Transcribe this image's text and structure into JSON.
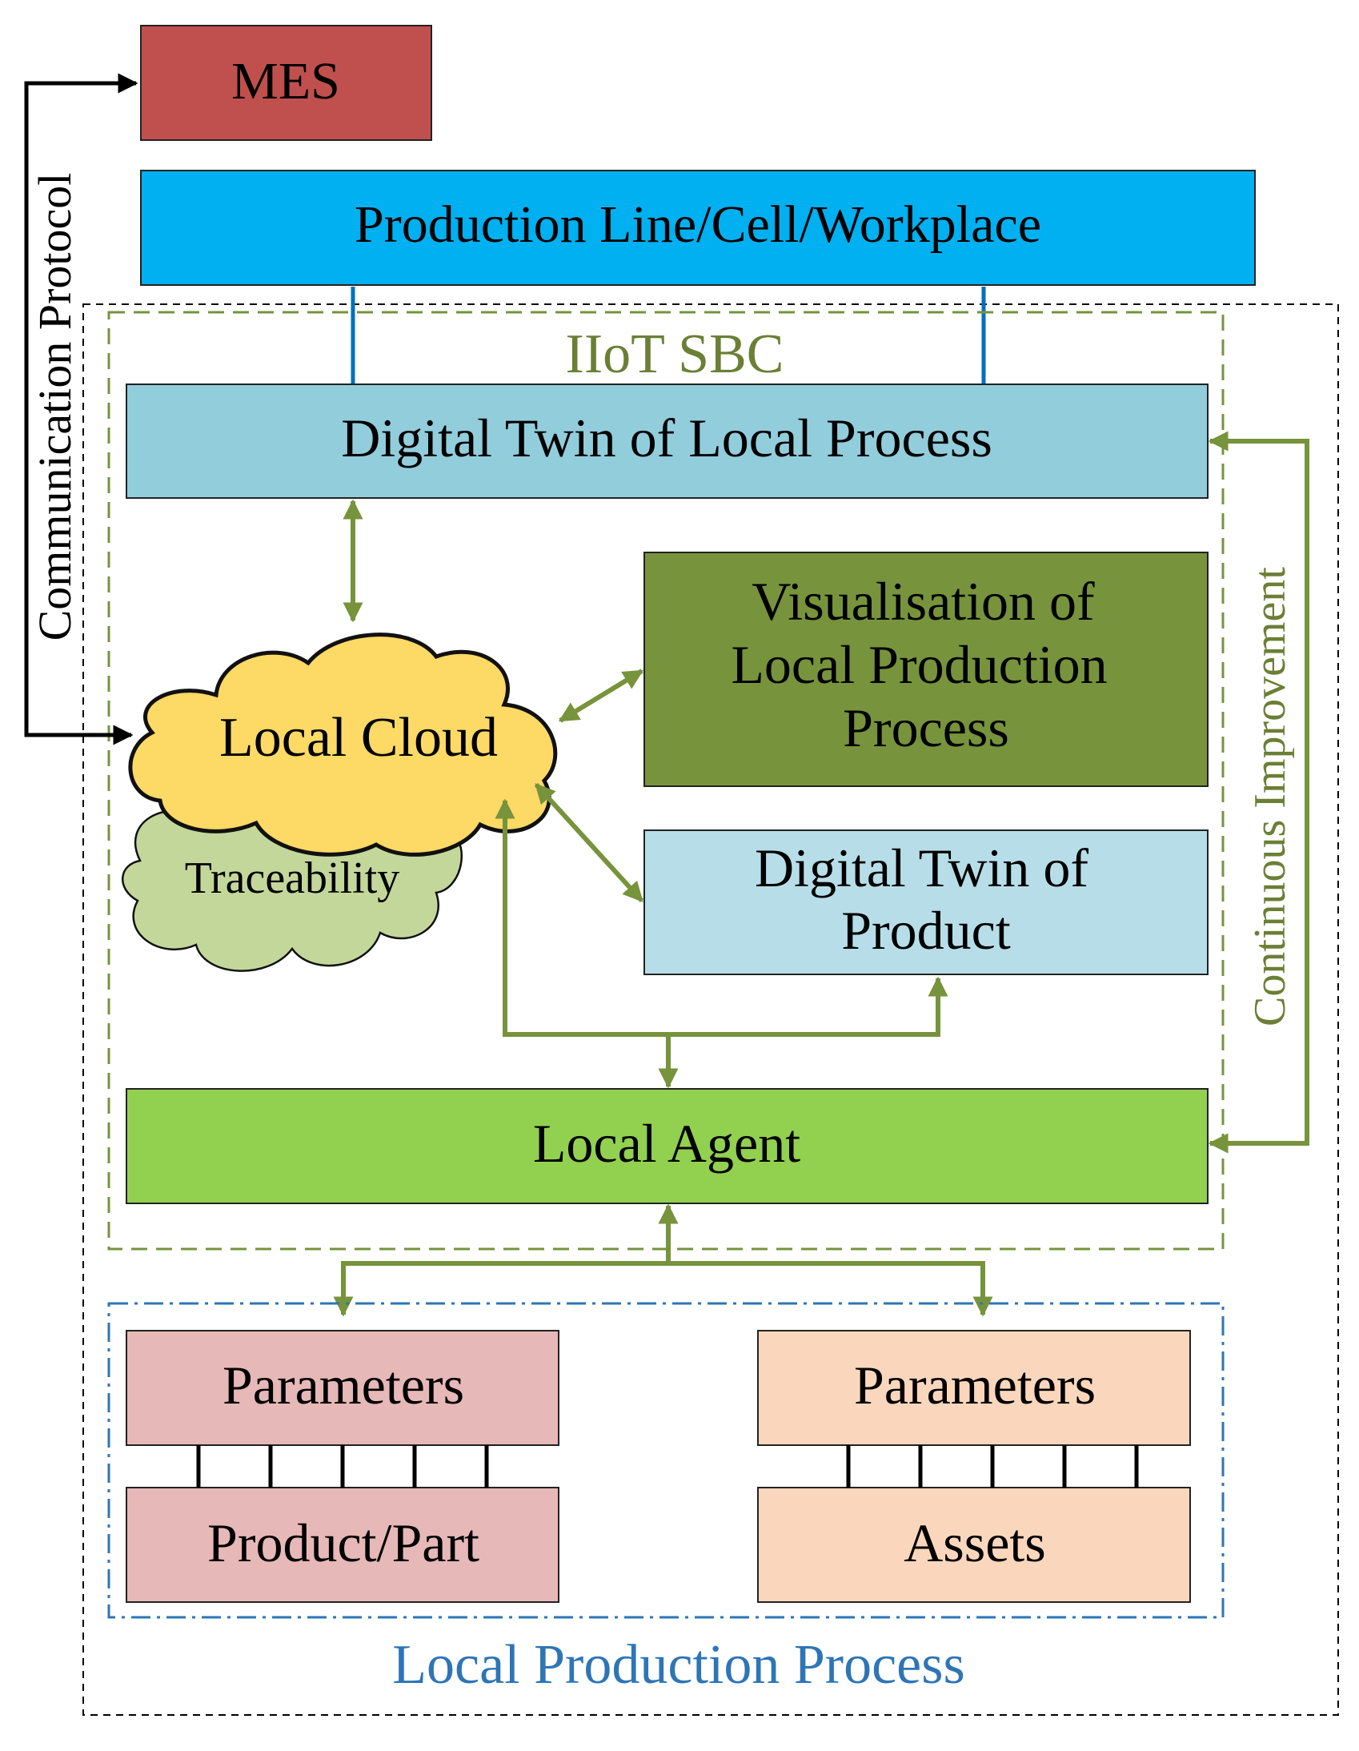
{
  "colors": {
    "mes": "#c0504d",
    "production_line": "#00b0f0",
    "dt_process": "#92cddc",
    "visualisation": "#77933c",
    "dt_product": "#b7dee8",
    "local_agent": "#92d050",
    "product_side": "#e6b8b7",
    "asset_side": "#fad7bc",
    "cloud": "#fdd966",
    "traceability_cloud": "#c4d79b",
    "arrow_green": "#77933c",
    "sbc_border": "#77933c",
    "lpp_border": "#2e75b6",
    "blue_link": "#0070c0"
  },
  "diagram": {
    "mes": "MES",
    "production_line": "Production Line/Cell/Workplace",
    "iiot_sbc": "IIoT SBC",
    "dt_local_process": "Digital Twin of Local Process",
    "visualisation_lines": [
      "Visualisation of",
      "Local Production",
      "Process"
    ],
    "local_cloud": "Local Cloud",
    "traceability": "Traceability",
    "dt_product_lines": [
      "Digital Twin of",
      "Product"
    ],
    "local_agent": "Local Agent",
    "parameters_left": "Parameters",
    "product_part": "Product/Part",
    "parameters_right": "Parameters",
    "assets": "Assets",
    "local_production_process": "Local Production Process",
    "communication_protocol": "Communication Protocol",
    "continuous_improvement": "Continuous Improvement"
  }
}
